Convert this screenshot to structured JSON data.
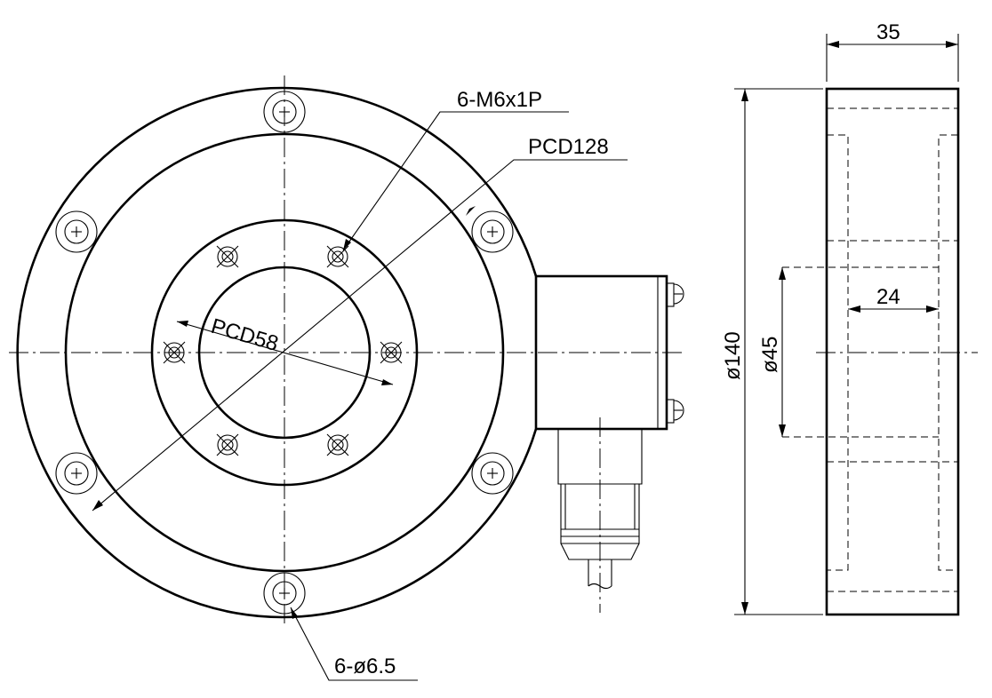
{
  "labels": {
    "thread": "6-M6x1P",
    "pcd_outer": "PCD128",
    "pcd_inner": "PCD58",
    "through_hole": "6-ø6.5",
    "width": "35",
    "inner_width": "24",
    "outer_diameter": "ø140",
    "bore_diameter": "ø45"
  },
  "colors": {
    "line": "#000000",
    "background": "#ffffff"
  }
}
